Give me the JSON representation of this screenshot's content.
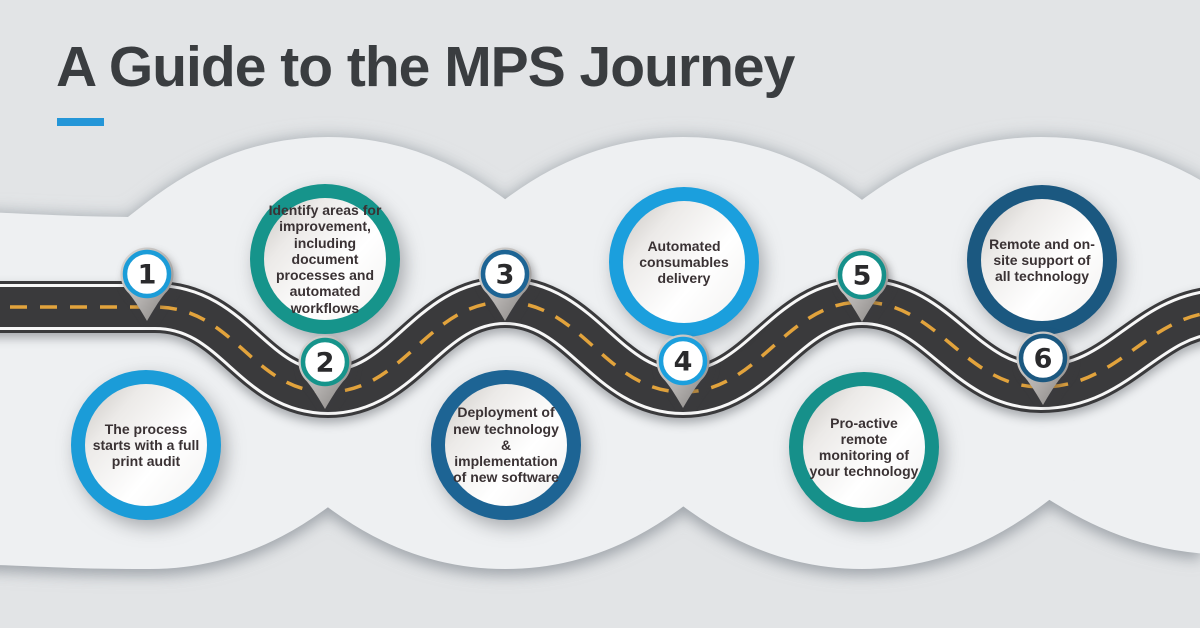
{
  "title": "A Guide to the MPS Journey",
  "palette": {
    "background": "#e2e4e6",
    "band": "#eef0f2",
    "title_text": "#3a3d40",
    "title_underline": "#2496d8",
    "asphalt": "#3a3a3c",
    "road_white": "#f7f7f7",
    "road_dash": "#e2a33c",
    "step_text": "#3a3234",
    "pin_number": "#2a2a2c"
  },
  "steps": [
    {
      "number": "1",
      "label": "The process starts with a full print audit",
      "ring_color": "#1b9cd8",
      "position": "bottom"
    },
    {
      "number": "2",
      "label": "Identify areas for improvement, including document processes and automated workflows",
      "ring_color": "#16948b",
      "position": "top"
    },
    {
      "number": "3",
      "label": "Deployment of new technology & implementation of new software",
      "ring_color": "#1d6494",
      "position": "bottom"
    },
    {
      "number": "4",
      "label": "Automated consumables delivery",
      "ring_color": "#1b9fdd",
      "position": "top"
    },
    {
      "number": "5",
      "label": "Pro-active remote monitoring of your technology",
      "ring_color": "#16908a",
      "position": "bottom"
    },
    {
      "number": "6",
      "label": "Remote and on-site support of all technology",
      "ring_color": "#1b5880",
      "position": "top"
    }
  ]
}
